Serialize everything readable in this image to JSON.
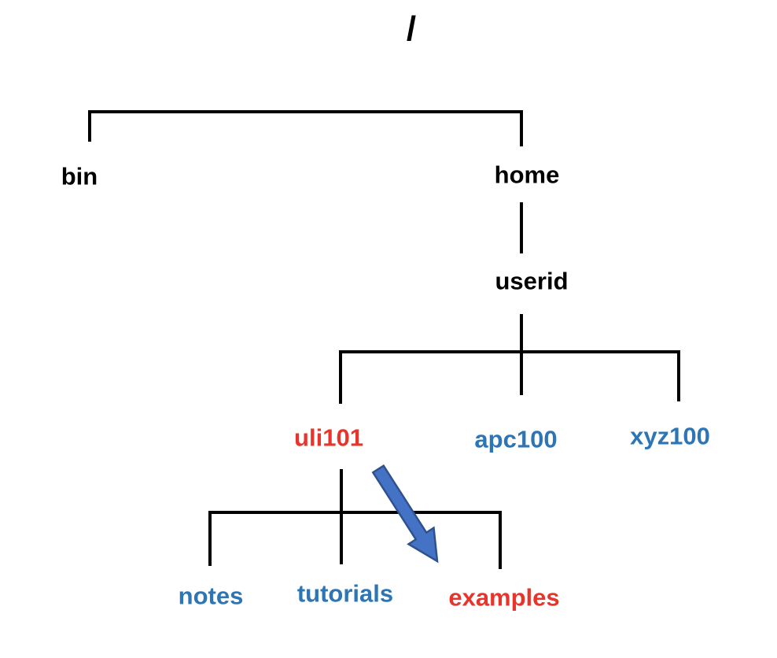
{
  "diagram_type": "filesystem-tree",
  "colors": {
    "black": "#000000",
    "blue": "#2E75B6",
    "red": "#E8352B",
    "line": "#000000",
    "arrow_fill": "#4472C4",
    "arrow_stroke": "#2F528F"
  },
  "nodes": {
    "root": {
      "label": "/",
      "color": "black"
    },
    "bin": {
      "label": "bin",
      "color": "black"
    },
    "home": {
      "label": "home",
      "color": "black"
    },
    "userid": {
      "label": "userid",
      "color": "black"
    },
    "uli101": {
      "label": "uli101",
      "color": "red"
    },
    "apc100": {
      "label": "apc100",
      "color": "blue"
    },
    "xyz100": {
      "label": "xyz100",
      "color": "blue"
    },
    "notes": {
      "label": "notes",
      "color": "blue"
    },
    "tutorials": {
      "label": "tutorials",
      "color": "blue"
    },
    "examples": {
      "label": "examples",
      "color": "red"
    }
  },
  "edges": [
    {
      "parent": "/",
      "children": [
        "bin",
        "home"
      ]
    },
    {
      "parent": "home",
      "children": [
        "userid"
      ]
    },
    {
      "parent": "userid",
      "children": [
        "uli101",
        "apc100",
        "xyz100"
      ]
    },
    {
      "parent": "uli101",
      "children": [
        "notes",
        "tutorials",
        "examples"
      ]
    }
  ],
  "arrow": {
    "from": "uli101",
    "to": "examples"
  }
}
